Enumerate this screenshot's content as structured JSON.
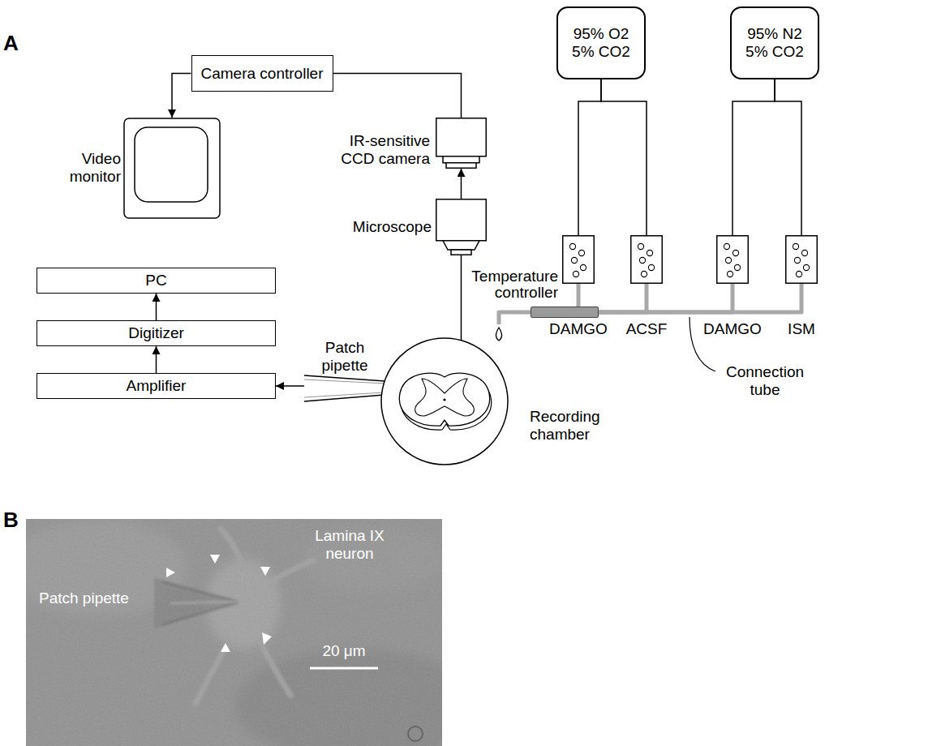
{
  "diagram": {
    "nodes": [
      {
        "text": [
          "95% O2 5% CO2"
        ]
      },
      {
        "text": [
          "95% N2 5% CO2"
        ]
      },
      {
        "text": [
          "Camera controller"
        ]
      },
      {
        "text": [
          "Video monitor"
        ]
      },
      {
        "text": [
          "IR-sensitive CCD camera"
        ]
      },
      {
        "text": [
          "Microscope"
        ]
      },
      {
        "text": [
          "PC"
        ]
      },
      {
        "text": [
          "Temperature controller"
        ]
      },
      {
        "text": [
          "DAMGO"
        ]
      },
      {
        "text": [
          "ACSF"
        ]
      },
      {
        "text": [
          "DAMGO"
        ]
      },
      {
        "text": [
          "ISM"
        ]
      },
      {
        "text": [
          "Digitizer"
        ]
      },
      {
        "text": [
          "Patch pipette"
        ]
      },
      {
        "text": [
          "Amplifier"
        ]
      },
      {
        "text": [
          "Recording chamber"
        ]
      }
    ],
    "edges": [
      {
        "from": 0,
        "to": 8,
        "arrow": "none"
      },
      {
        "from": 0,
        "to": 9,
        "arrow": "none"
      },
      {
        "from": 1,
        "to": 10,
        "arrow": "none"
      },
      {
        "from": 1,
        "to": 11,
        "arrow": "none"
      },
      {
        "from": 2,
        "to": 3,
        "arrow": "to"
      },
      {
        "from": 4,
        "to": 2,
        "arrow": "none"
      },
      {
        "from": 5,
        "to": 4,
        "arrow": "to"
      },
      {
        "from": 8,
        "to": 7,
        "arrow": "none"
      },
      {
        "from": 9,
        "to": 7,
        "arrow": "none"
      },
      {
        "from": 10,
        "to": 7,
        "arrow": "none"
      },
      {
        "from": 11,
        "to": 7,
        "arrow": "none"
      },
      {
        "from": 7,
        "to": 15,
        "arrow": "none"
      },
      {
        "from": 5,
        "to": 15,
        "arrow": "none"
      },
      {
        "from": 13,
        "to": 14,
        "arrow": "to"
      },
      {
        "from": 14,
        "to": 12,
        "arrow": "to"
      },
      {
        "from": 12,
        "to": 6,
        "arrow": "to"
      }
    ],
    "labels": [
      "A",
      "Connection tube",
      "B",
      "Lamina IX neuron",
      "Patch pipette",
      "20 μm"
    ]
  }
}
